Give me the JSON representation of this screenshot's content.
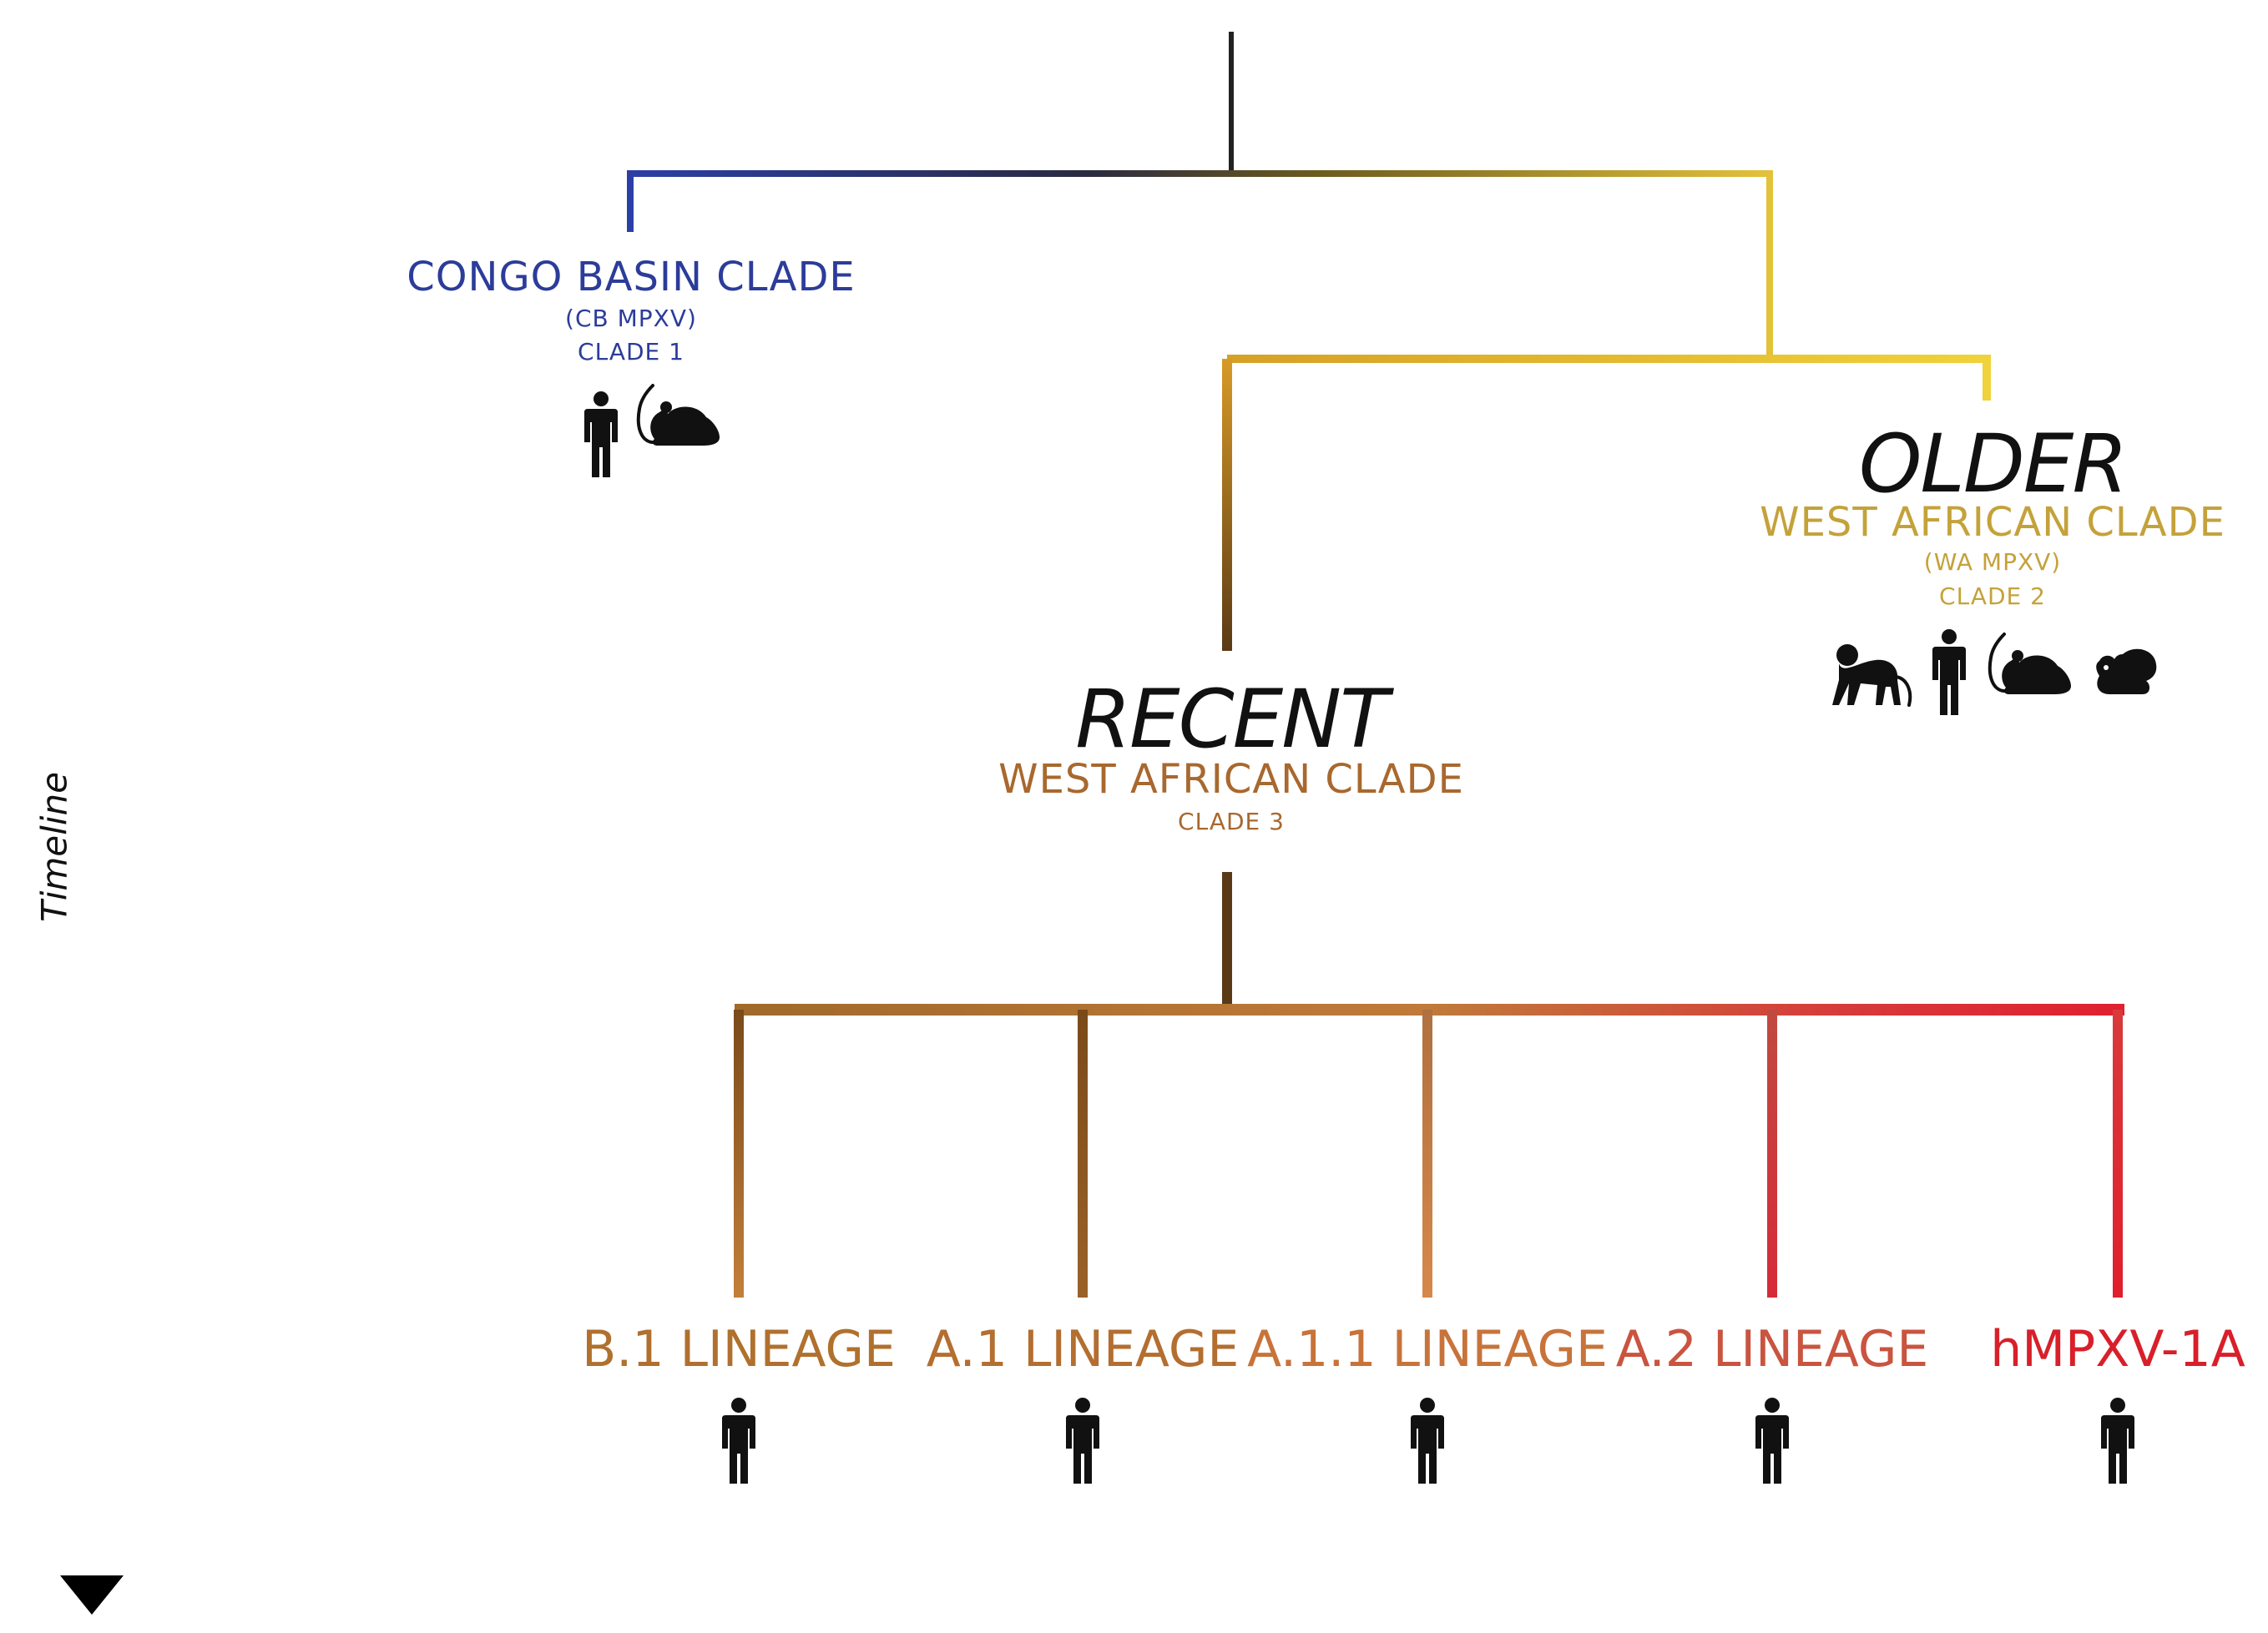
{
  "timeline_label": "Timeline",
  "colors": {
    "congo": "#2c3c9a",
    "older": "#c4a23a",
    "recent_text": "#a8682e",
    "b1": "#b0702e",
    "a1": "#b36e30",
    "a11": "#c7733a",
    "a2": "#c9543f",
    "hmpxv": "#d81f2a"
  },
  "congo_basin": {
    "title": "CONGO BASIN CLADE",
    "abbr": "(CB MPXV)",
    "clade": "CLADE 1",
    "hosts": [
      "human-icon",
      "rodent-icon"
    ]
  },
  "older": {
    "heading": "OLDER",
    "title": "WEST AFRICAN CLADE",
    "abbr": "(WA MPXV)",
    "clade": "CLADE 2",
    "hosts": [
      "monkey-icon",
      "human-icon",
      "rodent-icon",
      "squirrel-icon"
    ]
  },
  "recent": {
    "heading": "RECENT",
    "title": "WEST AFRICAN CLADE",
    "clade": "CLADE 3"
  },
  "lineages": [
    {
      "label": "B.1 LINEAGE",
      "color": "#b0702e",
      "host": "human-icon"
    },
    {
      "label": "A.1 LINEAGE",
      "color": "#b36e30",
      "host": "human-icon"
    },
    {
      "label": "A.1.1 LINEAGE",
      "color": "#c7733a",
      "host": "human-icon"
    },
    {
      "label": "A.2 LINEAGE",
      "color": "#c9543f",
      "host": "human-icon"
    },
    {
      "label": "hMPXV-1A",
      "color": "#d81f2a",
      "host": "human-icon"
    }
  ]
}
